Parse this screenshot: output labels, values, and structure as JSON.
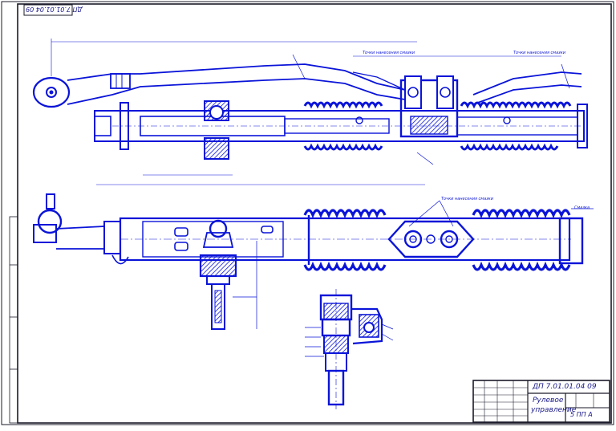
{
  "drawing": {
    "doc_code": "ДП 7.01.01.04 09",
    "doc_code_mirrored": "ДП 7.01.01.04 09",
    "title_line1": "Рулевое",
    "title_line2": "управление",
    "format": "5 ПП А",
    "note_top_left": "Точки нанесения смазки",
    "note_top_right": "Точки нанесения смазки",
    "note_mid": "Точки нанесения смазки",
    "note_mid_right": "Смазка"
  },
  "colors": {
    "line": "#0a14d8",
    "section": "#0a14d8",
    "border": "#1a1a2a",
    "background": "#ffffff"
  }
}
